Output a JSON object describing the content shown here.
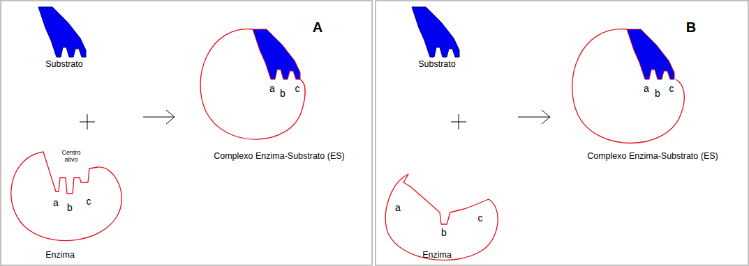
{
  "diagram": {
    "nodes": [
      {
        "text": [
          "Centro ativo",
          "a",
          "b",
          "c",
          "Enzima"
        ]
      },
      {
        "text": [
          "a",
          "b",
          "c",
          "Complexo Enzima-Substrato (ES)"
        ]
      },
      {
        "text": [
          "a",
          "b",
          "c",
          "Enzima"
        ]
      },
      {
        "text": [
          "a",
          "b",
          "c",
          "Complexo Enzima-Substrato (ES)"
        ]
      }
    ],
    "labels": [
      "Substrato",
      "A",
      "Substrato",
      "B"
    ]
  }
}
